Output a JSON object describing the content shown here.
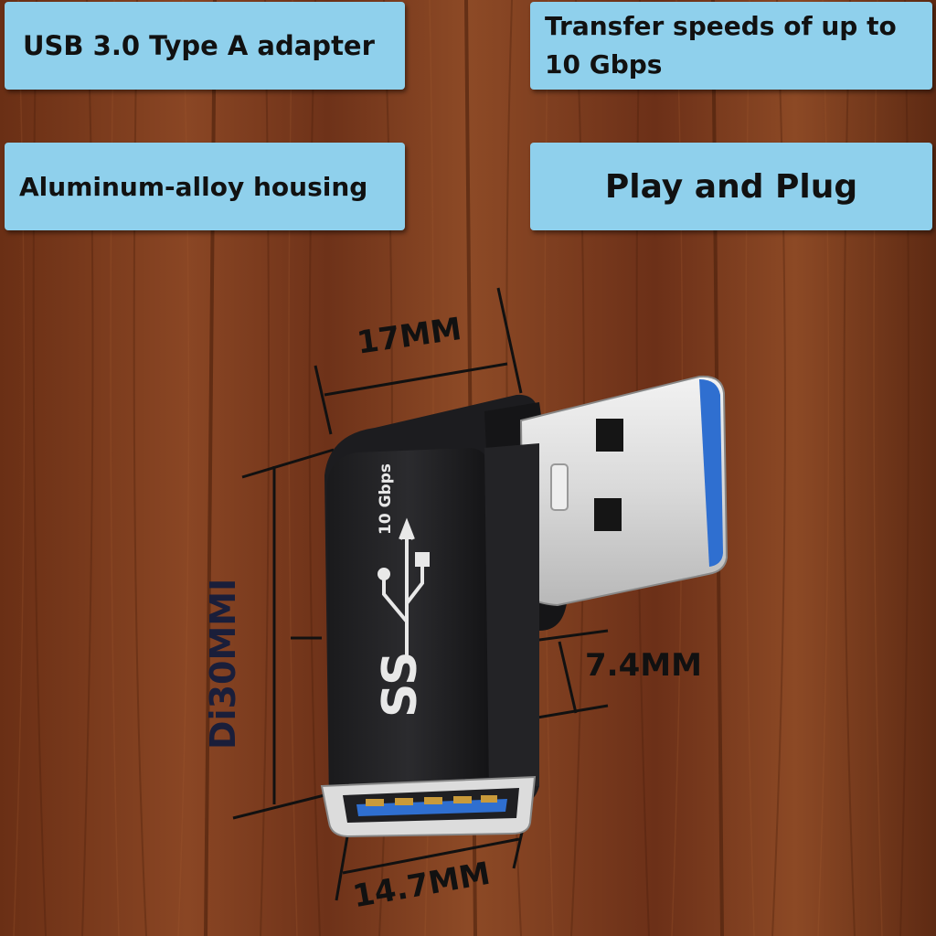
{
  "callouts": {
    "usb_type": "USB 3.0 Type A adapter",
    "speed_line1": "Transfer speeds of up to",
    "speed_line2": "10 Gbps",
    "housing": "Aluminum-alloy housing",
    "plug": "Play and Plug"
  },
  "dimensions": {
    "width_top": "17MM",
    "thickness": "7.4MM",
    "width_bottom": "14.7MM",
    "length": "Di30MMI"
  },
  "adapter_logo": {
    "speed": "10 Gbps",
    "mark": "SS"
  },
  "colors": {
    "callout_bg": "#8fd0ec",
    "wood": "#7a3a1c",
    "usb_blue": "#2f6fd0"
  }
}
